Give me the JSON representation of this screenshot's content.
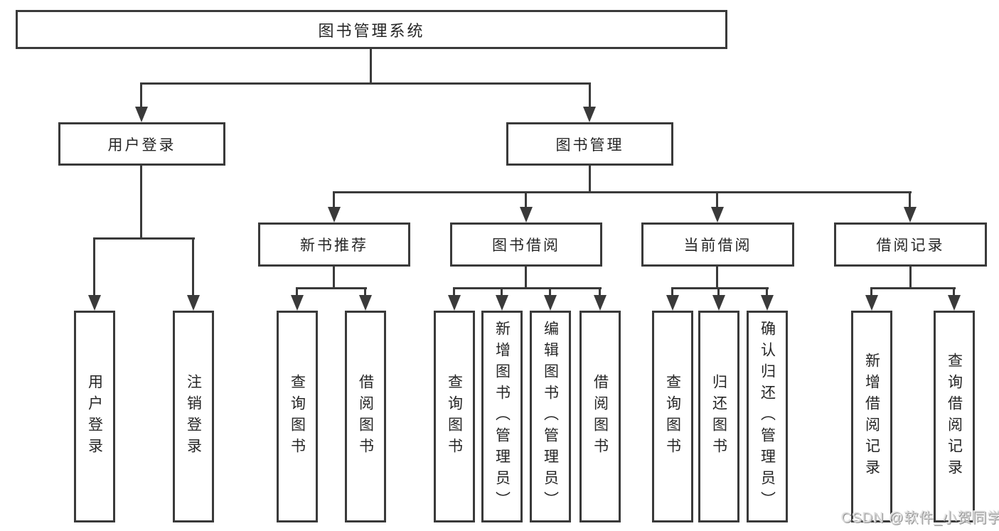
{
  "colors": {
    "line": "#3a3a3a",
    "text": "#262626",
    "watermark": "#d6d6d6"
  },
  "root": {
    "label": "图书管理系统"
  },
  "level2": [
    {
      "label": "用户登录"
    },
    {
      "label": "图书管理"
    }
  ],
  "level3": [
    {
      "label": "新书推荐"
    },
    {
      "label": "图书借阅"
    },
    {
      "label": "当前借阅"
    },
    {
      "label": "借阅记录"
    }
  ],
  "leaves": [
    {
      "label": "用户登录"
    },
    {
      "label": "注销登录"
    },
    {
      "label": "查询图书"
    },
    {
      "label": "借阅图书"
    },
    {
      "label": "查询图书"
    },
    {
      "label": "新增图书（管理员）"
    },
    {
      "label": "编辑图书（管理员）"
    },
    {
      "label": "借阅图书"
    },
    {
      "label": "查询图书"
    },
    {
      "label": "归还图书"
    },
    {
      "label": "确认归还（管理员）"
    },
    {
      "label": "新增借阅记录"
    },
    {
      "label": "查询借阅记录"
    }
  ],
  "watermark": {
    "text": "CSDN @软件_小贺同学"
  }
}
